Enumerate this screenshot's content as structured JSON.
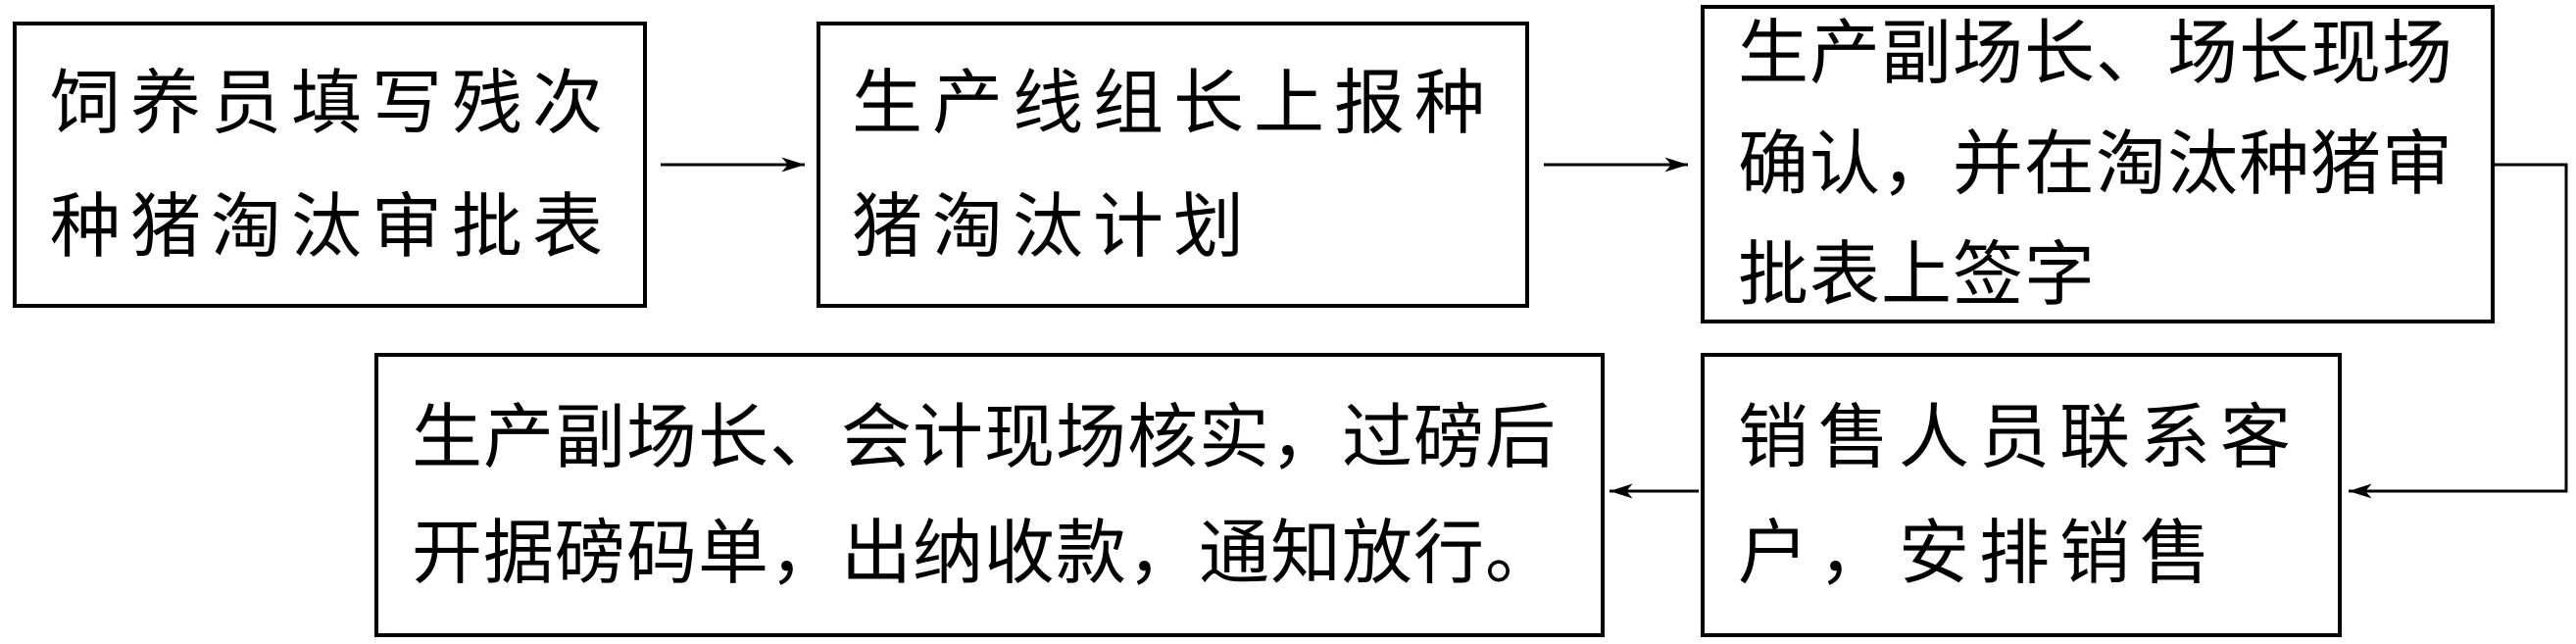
{
  "steps": [
    {
      "lines": [
        "饲养员填写残次",
        "种猪淘汰审批表"
      ]
    },
    {
      "lines": [
        "生产线组长上报种",
        "猪淘汰计划"
      ]
    },
    {
      "lines": [
        "生产副场长、场长现场",
        "确认，并在淘汰种猪审",
        "批表上签字"
      ]
    },
    {
      "lines": [
        "销售人员联系客",
        "户，安排销售"
      ]
    },
    {
      "lines": [
        "生产副场长、会计现场核实，过磅后",
        "开据磅码单，出纳收款，通知放行。"
      ]
    }
  ],
  "colors": {
    "stroke": "#000000",
    "background": "#ffffff"
  }
}
